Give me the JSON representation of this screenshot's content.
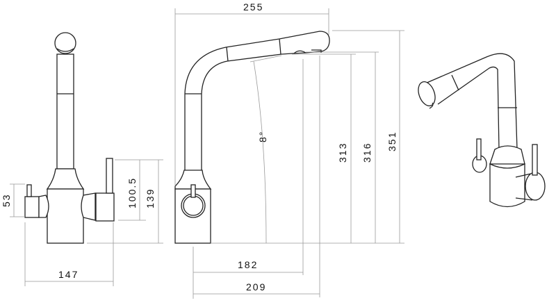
{
  "title": "Three-way kitchen faucet dimension drawing",
  "views": {
    "front": {
      "dimensions": {
        "left_handle_height": "53",
        "lever_height": "100.5",
        "body_height": "139",
        "overall_width": "147"
      }
    },
    "side": {
      "dimensions": {
        "reach_top": "255",
        "spout_height_a": "313",
        "spout_height_b": "316",
        "overall_height": "351",
        "reach_a": "182",
        "reach_b": "209",
        "tilt_angle": "8°"
      }
    },
    "isometric": {}
  }
}
